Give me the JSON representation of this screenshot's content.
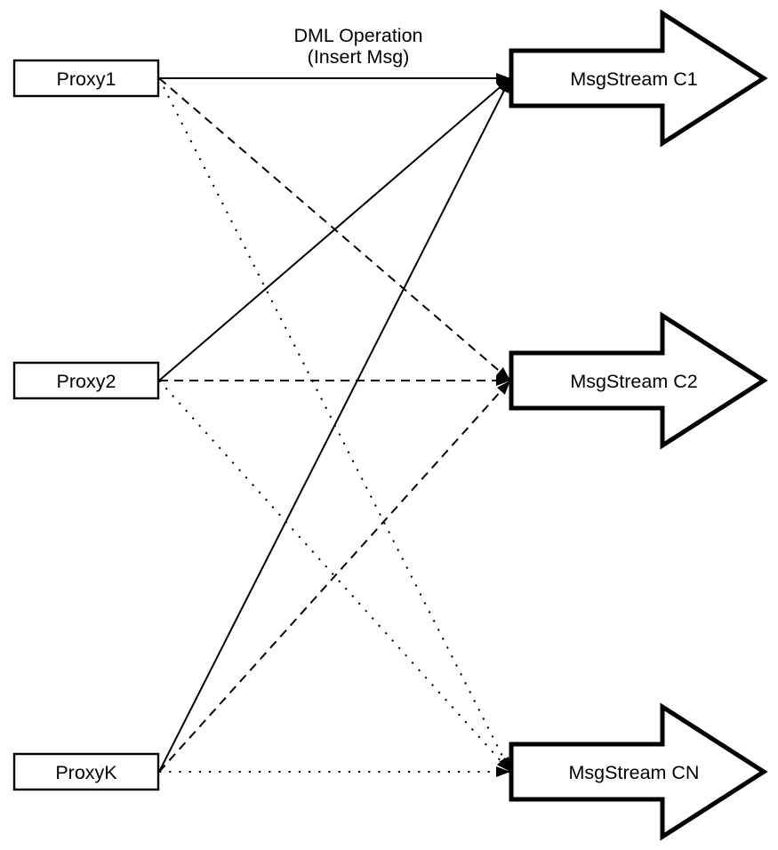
{
  "title": {
    "line1": "DML Operation",
    "line2": "(Insert Msg)"
  },
  "proxies": [
    {
      "label": "Proxy1"
    },
    {
      "label": "Proxy2"
    },
    {
      "label": "ProxyK"
    }
  ],
  "streams": [
    {
      "label": "MsgStream C1"
    },
    {
      "label": "MsgStream C2"
    },
    {
      "label": "MsgStream CN"
    }
  ],
  "connections": [
    {
      "from": "Proxy1",
      "to": "MsgStream C1",
      "style": "solid"
    },
    {
      "from": "Proxy1",
      "to": "MsgStream C2",
      "style": "dashed"
    },
    {
      "from": "Proxy1",
      "to": "MsgStream CN",
      "style": "dotted"
    },
    {
      "from": "Proxy2",
      "to": "MsgStream C1",
      "style": "solid"
    },
    {
      "from": "Proxy2",
      "to": "MsgStream C2",
      "style": "dashed"
    },
    {
      "from": "Proxy2",
      "to": "MsgStream CN",
      "style": "dotted"
    },
    {
      "from": "ProxyK",
      "to": "MsgStream C1",
      "style": "solid"
    },
    {
      "from": "ProxyK",
      "to": "MsgStream C2",
      "style": "dashed"
    },
    {
      "from": "ProxyK",
      "to": "MsgStream CN",
      "style": "dotted"
    }
  ],
  "colors": {
    "line": "#000000",
    "fill": "#ffffff",
    "arrowhead": "#000000"
  }
}
